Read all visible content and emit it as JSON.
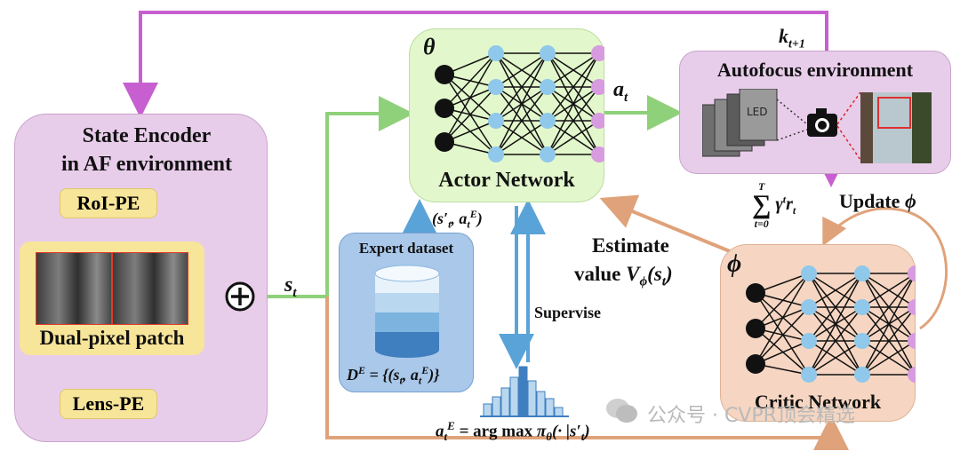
{
  "state_encoder": {
    "title_line1": "State Encoder",
    "title_line2": "in AF environment",
    "roi_pe": "RoI-PE",
    "patch_label": "Dual-pixel patch",
    "lens_pe": "Lens-PE"
  },
  "actor": {
    "symbol": "θ",
    "label": "Actor Network"
  },
  "autofocus": {
    "label": "Autofocus environment"
  },
  "critic": {
    "symbol": "ϕ",
    "label": "Critic Network"
  },
  "expert": {
    "title": "Expert dataset",
    "formula": "D^E = {(s_t, a_t^E)}"
  },
  "labels": {
    "k_next": "k_{t+1}",
    "a_t": "a_t",
    "s_t": "s_t",
    "reward_sum": "Σ_{t=0}^{T} γ^t r_t",
    "update_phi": "Update ϕ",
    "estimate_line1": "Estimate",
    "estimate_line2": "value V_ϕ(s_t)",
    "expert_pair": "(s′_t, a_t^E)",
    "supervise": "Supervise",
    "argmax": "a_t^E = arg max π_θ(· | s′_t)"
  },
  "watermark": "公众号 · CVPR顶会精选",
  "colors": {
    "purple_line": "#c85fd0",
    "green_line": "#8fd17a",
    "orange_line": "#e0a27a",
    "blue_line": "#5aa3d8",
    "encoder_bg": "#e8cdea",
    "actor_bg": "#e3f7cc",
    "critic_bg": "#f6d6c2",
    "expert_bg": "#a9c8ea"
  }
}
